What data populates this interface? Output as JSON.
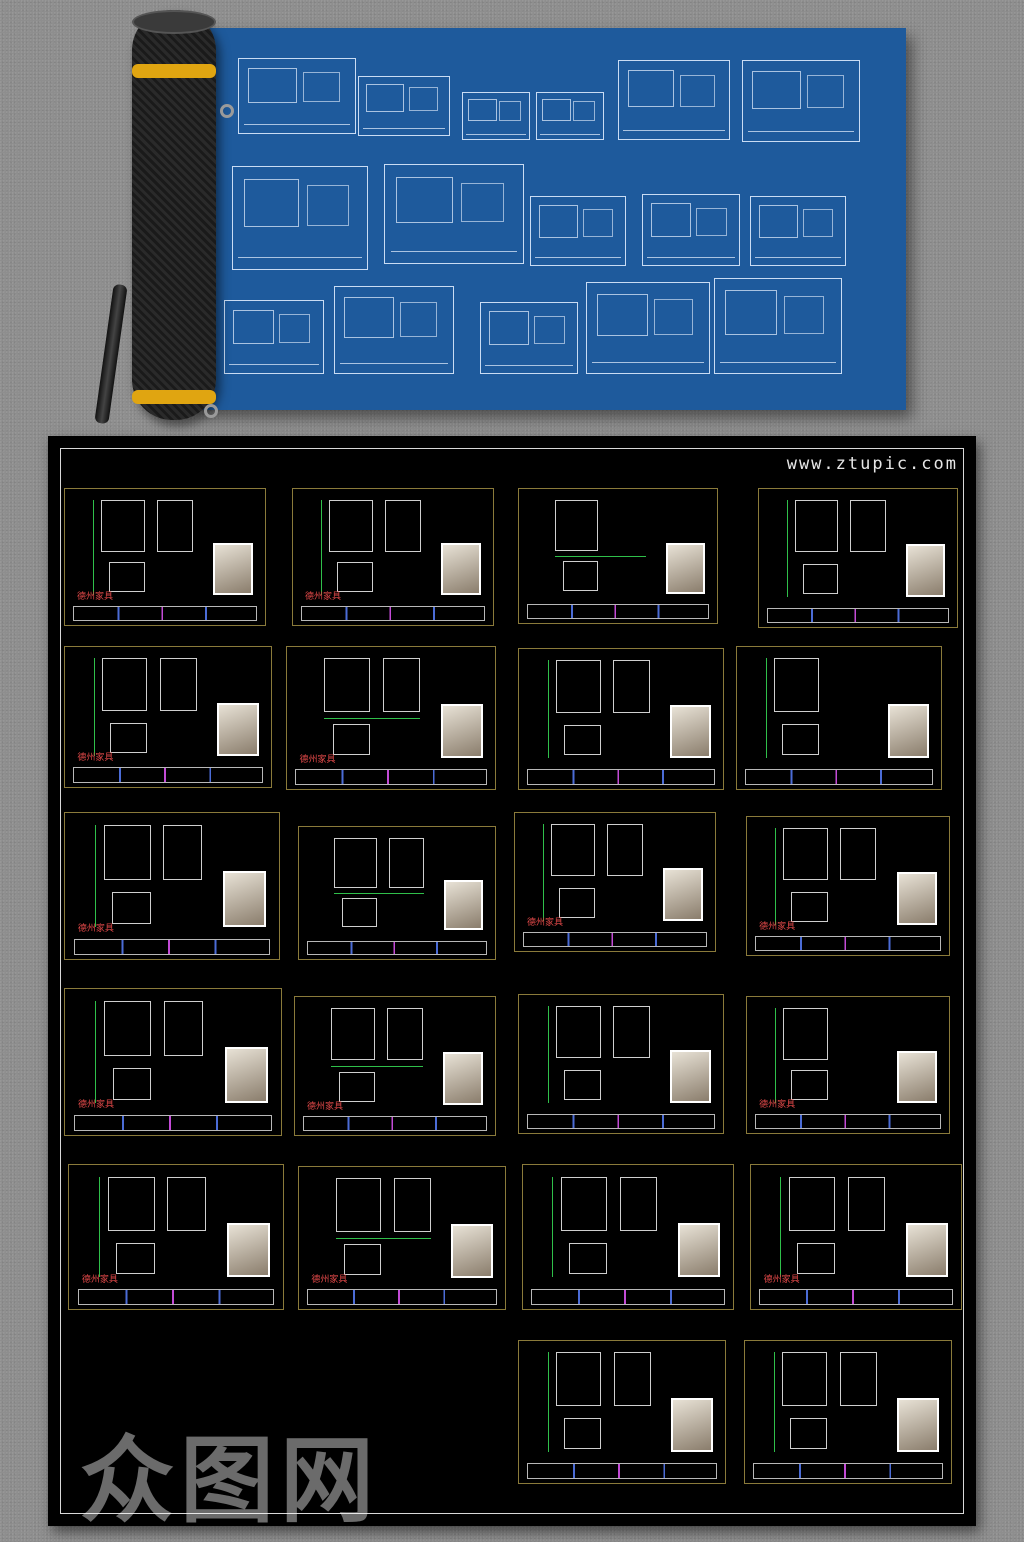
{
  "top_section": {
    "blueprint_color": "#1e5a9c",
    "roll_band_color": "#e0a511"
  },
  "panel": {
    "site_label": "www.ztupic.com",
    "sheet_title": "德州家具"
  },
  "watermark": {
    "text": "众图网"
  },
  "colors": {
    "panel_background": "#000000",
    "sheet_border": "#8a7a3a",
    "dimension_lines": "#2fbf4a",
    "annotation": "#e04848"
  }
}
